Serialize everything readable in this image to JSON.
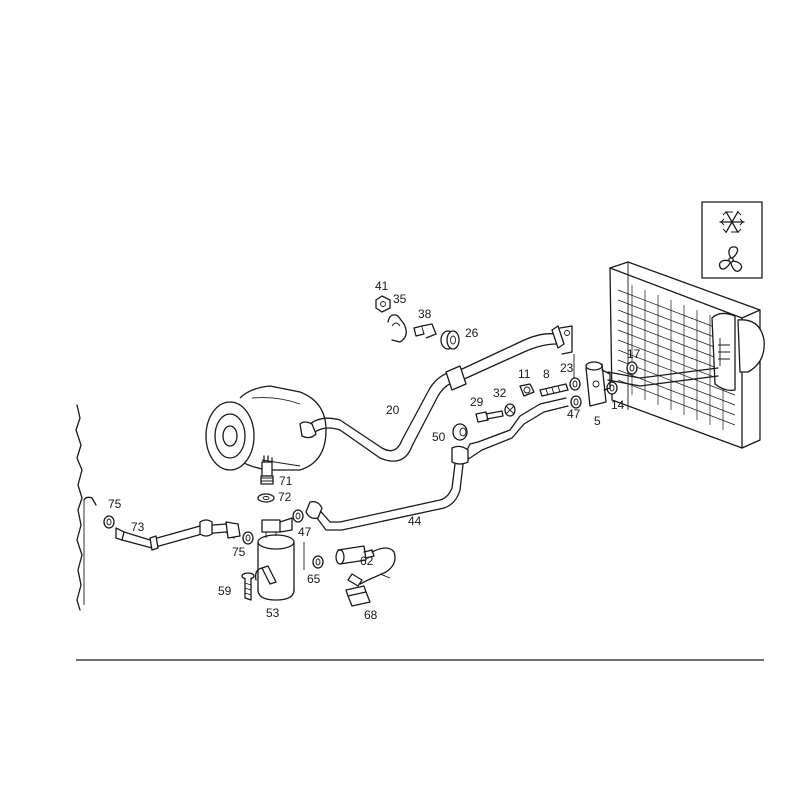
{
  "symbols": {
    "snowflake": "snowflake-icon",
    "fan": "fan-icon"
  },
  "labels": {
    "p5": "5",
    "p8": "8",
    "p11": "11",
    "p14": "14",
    "p17": "17",
    "p20": "20",
    "p23": "23",
    "p26": "26",
    "p29": "29",
    "p32": "32",
    "p35": "35",
    "p38": "38",
    "p41": "41",
    "p44": "44",
    "p47a": "47",
    "p47b": "47",
    "p50": "50",
    "p53": "53",
    "p59": "59",
    "p62": "62",
    "p65": "65",
    "p68": "68",
    "p71": "71",
    "p72": "72",
    "p73": "73",
    "p75a": "75",
    "p75b": "75"
  }
}
